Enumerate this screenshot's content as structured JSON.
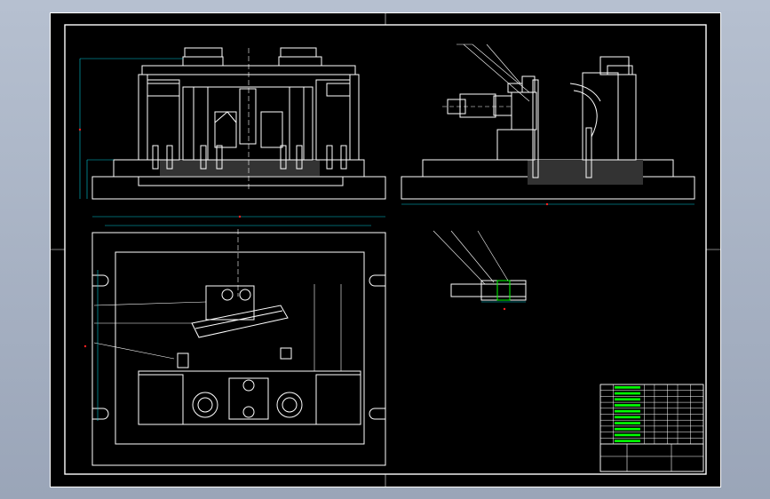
{
  "drawing": {
    "background_color": "#000000",
    "line_color": "#ffffff",
    "dimension_color": "#00c8d7",
    "annotation_color": "#ff2020",
    "highlight_color": "#00ff00",
    "views": [
      "front-elevation",
      "side-elevation",
      "plan-view",
      "detail-view"
    ]
  },
  "title_block": {
    "parts_rows": 10,
    "columns": 8
  }
}
